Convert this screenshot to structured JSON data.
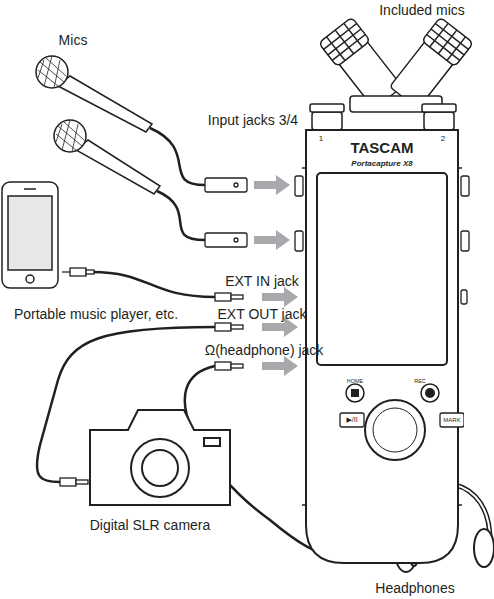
{
  "diagram": {
    "nodes": [
      {
        "text": [
          "1",
          "2",
          "TASCAM",
          "Portacapture X8",
          "HOME",
          "REC",
          "▶/II",
          "MARK"
        ]
      }
    ],
    "labels": [
      "Included mics",
      "Mics",
      "Input jacks 3/4",
      "EXT IN jack",
      "Portable music player, etc.",
      "EXT OUT jack",
      "Ω(headphone) jack",
      "Digital SLR camera",
      "Headphones"
    ]
  }
}
